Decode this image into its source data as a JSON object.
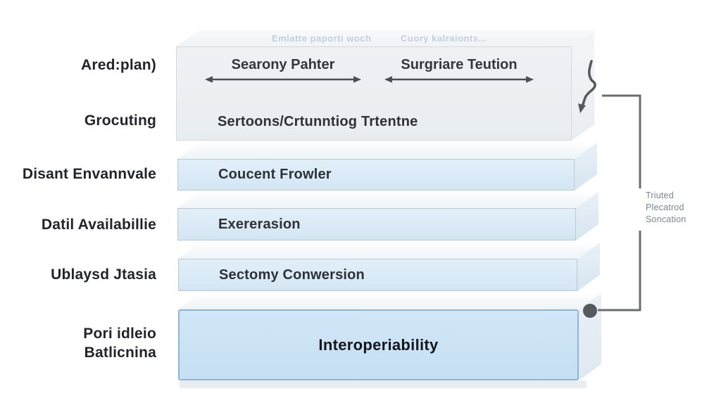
{
  "stack": {
    "top_layer": {
      "ghost_texts": [
        "Emlatte paporti woch",
        "Cuory kalraionts..."
      ],
      "span_labels": [
        "Searony Pahter",
        "Surgriare Teution"
      ],
      "caption": "Sertoons/Crtunntiog Trtentne"
    },
    "middle_layers": [
      "Coucent Frowler",
      "Exererasion",
      "Sectomy Conwersion"
    ],
    "base_layer": "Interoperiability"
  },
  "left_labels": [
    "Ared:plan)",
    "Grocuting",
    "Disant Envannvale",
    "Datil Availabillie",
    "Ublaysd Jtasia",
    "Pori idleio",
    "Batlicnina"
  ],
  "right_note": {
    "lines": [
      "Triuted",
      "Plecatrod",
      "Soncation"
    ]
  },
  "colors": {
    "base_layer_fill": "#c5dff4",
    "base_layer_border": "#8fb4d6",
    "middle_layer_fill": "#d4e6f4",
    "top_layer_fill": "#eef1f4",
    "connector_line": "#6a6e72",
    "arrow": "#4c5056",
    "ghost_text": "#c6cfd9",
    "note_text": "#7b8694",
    "label_text": "#23242b"
  }
}
